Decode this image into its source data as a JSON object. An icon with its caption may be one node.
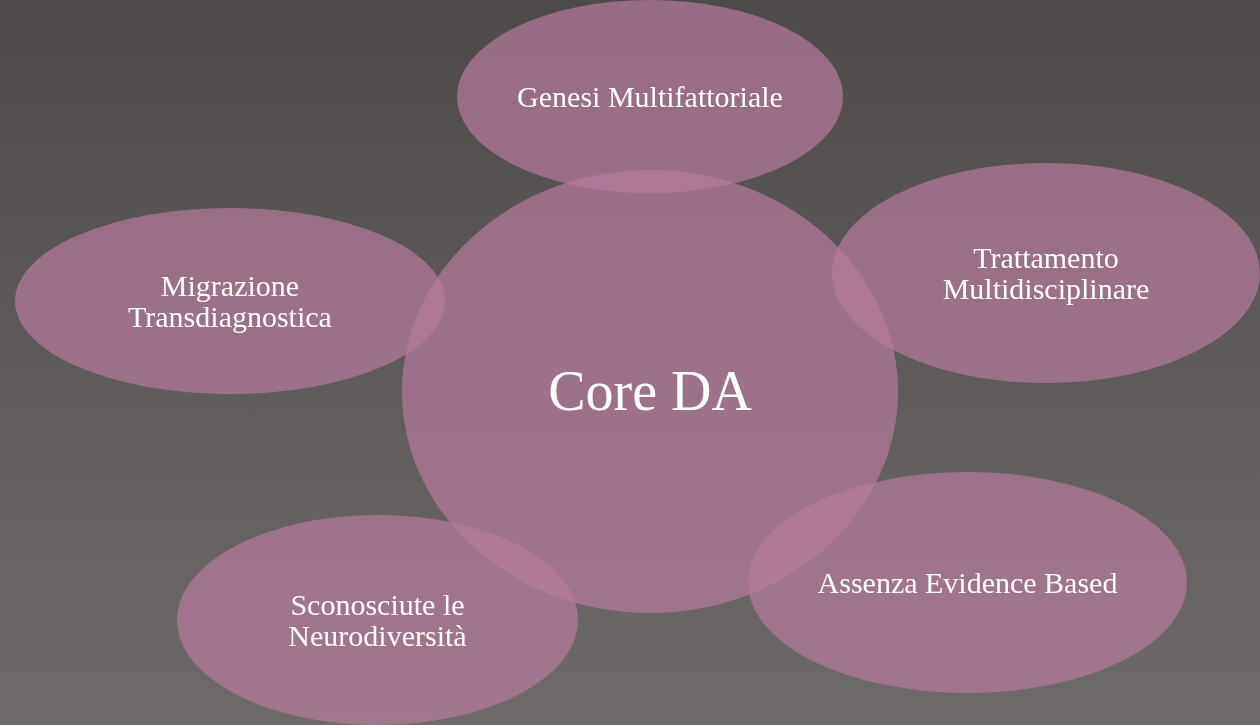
{
  "diagram": {
    "nodes": [
      {
        "text": [
          "Genesi Multifattoriale"
        ]
      },
      {
        "text": [
          "Trattamento Multidisciplinare"
        ]
      },
      {
        "text": [
          "Migrazione Transdiagnostica"
        ]
      },
      {
        "text": [
          "Core DA"
        ]
      },
      {
        "text": [
          "Assenza Evidence Based"
        ]
      },
      {
        "text": [
          "Sconosciute le Neurodiversità"
        ]
      }
    ]
  }
}
